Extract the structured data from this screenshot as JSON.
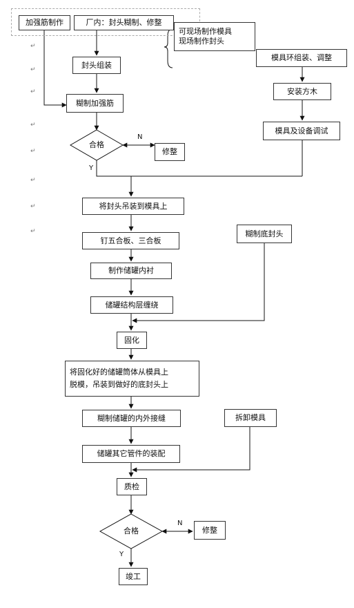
{
  "nodes": {
    "rib": "加强筋制作",
    "factory": "厂内：封头糊制、修整",
    "note_line1": "可现场制作模具",
    "note_line2": "现场制作封头",
    "head_assembly": "封头组装",
    "mold_ring": "模具环组装、调整",
    "square_timber": "安装方木",
    "rib_paste": "糊制加强筋",
    "mold_debug": "模具及设备调试",
    "qc1": "合格",
    "repair1": "修整",
    "hoist_head": "将封头吊装到模具上",
    "nail_plywood": "钉五合板、三合板",
    "bottom_head": "糊制底封头",
    "liner": "制作储罐内衬",
    "winding": "储罐结构层缠绕",
    "cure": "固化",
    "demold_line1": "将固化好的储罐筒体从模具上",
    "demold_line2": "脱模，吊装到做好的底封头上",
    "seam": "糊制储罐的内外接缝",
    "dismantle": "拆卸模具",
    "fittings": "储罐其它管件的装配",
    "inspect": "质检",
    "qc2": "合格",
    "repair2": "修整",
    "complete": "竣工"
  },
  "branch_labels": {
    "n1": "N",
    "y1": "Y",
    "n2": "N",
    "y2": "Y"
  }
}
